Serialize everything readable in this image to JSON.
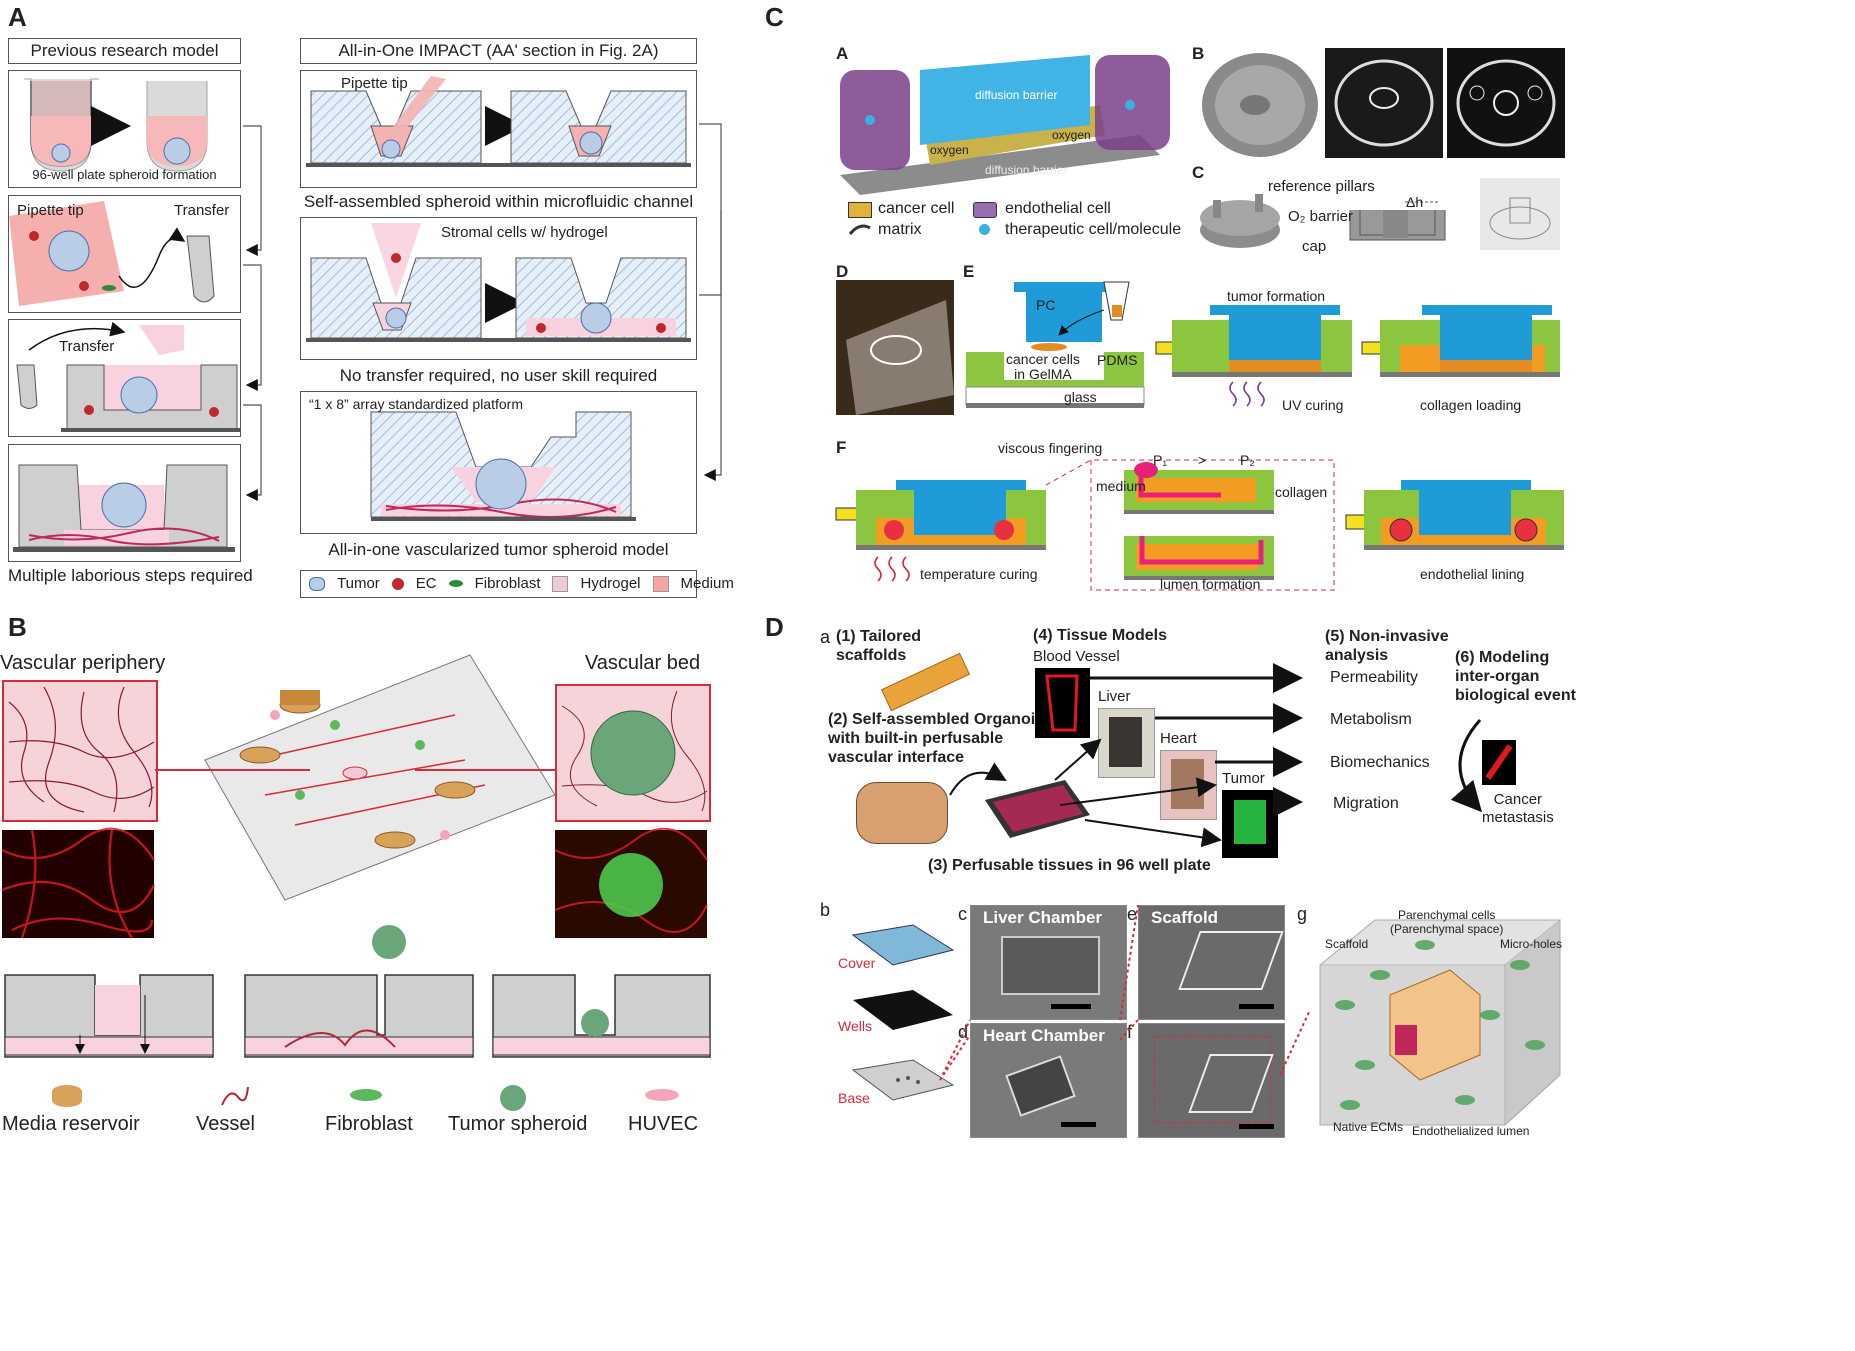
{
  "panels": {
    "A": "A",
    "B": "B",
    "C": "C",
    "D": "D"
  },
  "panelA": {
    "prev_title": "Previous research model",
    "aio_title": "All-in-One IMPACT (AA' section in Fig. 2A)",
    "cap_96well": "96-well plate spheroid formation",
    "pipette_tip_1": "Pipette tip",
    "transfer_1": "Transfer",
    "transfer_2": "Transfer",
    "multiple_steps": "Multiple laborious steps required",
    "pipette_tip_2": "Pipette tip",
    "self_assembled": "Self-assembled spheroid within microfluidic channel",
    "stromal": "Stromal cells w/ hydrogel",
    "no_transfer": "No transfer required, no user skill required",
    "array": "“1 x 8” array standardized platform",
    "all_in_one": "All-in-one vascularized tumor spheroid model",
    "legend": [
      {
        "label": "Tumor",
        "color": "#b9cde6"
      },
      {
        "label": "EC",
        "color": "#c0282e"
      },
      {
        "label": "Fibroblast",
        "color": "#2e8b3a"
      },
      {
        "label": "Hydrogel",
        "color": "#f2c9d8"
      },
      {
        "label": "Medium",
        "color": "#f4a6a6"
      }
    ]
  },
  "panelB": {
    "vascular_periphery": "Vascular periphery",
    "vascular_bed": "Vascular bed",
    "legend": [
      {
        "label": "Media reservoir"
      },
      {
        "label": "Vessel"
      },
      {
        "label": "Fibroblast"
      },
      {
        "label": "Tumor spheroid"
      },
      {
        "label": "HUVEC"
      }
    ]
  },
  "panelC": {
    "sub_A": "A",
    "sub_B": "B",
    "sub_C": "C",
    "sub_D": "D",
    "sub_E": "E",
    "sub_F": "F",
    "diffusion_barrier_top": "diffusion barrier",
    "diffusion_barrier_bottom": "diffusion barrier",
    "oxygen_1": "oxygen",
    "oxygen_2": "oxygen",
    "cancer_cell": "cancer cell",
    "matrix": "matrix",
    "endothelial_cell": "endothelial cell",
    "therapeutic": "therapeutic cell/molecule",
    "reference_pillars": "reference pillars",
    "o2_barrier": "O₂ barrier",
    "cap": "cap",
    "delta_h": "Δh",
    "pc": "PC",
    "pdms": "PDMS",
    "cancer_cells_gelma": "cancer cells\nin GelMA",
    "glass": "glass",
    "tumor_formation": "tumor formation",
    "uv_curing": "UV curing",
    "collagen_loading": "collagen loading",
    "viscous_fingering": "viscous fingering",
    "medium": "medium",
    "p1": "P₁",
    "gt": ">",
    "p2": "P₂",
    "collagen": "collagen",
    "temperature_curing": "temperature curing",
    "lumen_formation": "lumen formation",
    "endothelial_lining": "endothelial lining"
  },
  "panelD": {
    "a": "a",
    "tailored": "(1) Tailored\nscaffolds",
    "self_assembled": "(2) Self-assembled Organoids\nwith built-in perfusable\nvascular interface",
    "perfusable": "(3) Perfusable tissues in 96 well plate",
    "tissue_models": "(4) Tissue Models",
    "blood_vessel": "Blood Vessel",
    "liver": "Liver",
    "heart": "Heart",
    "tumor": "Tumor",
    "non_invasive": "(5) Non-invasive\nanalysis",
    "permeability": "Permeability",
    "metabolism": "Metabolism",
    "biomechanics": "Biomechanics",
    "migration": "Migration",
    "modeling": "(6) Modeling\ninter-organ\nbiological event",
    "cancer_metastasis": "Cancer\nmetastasis",
    "b": "b",
    "c": "c",
    "d": "d",
    "e": "e",
    "f": "f",
    "g": "g",
    "cover": "Cover",
    "wells": "Wells",
    "base": "Base",
    "liver_chamber": "Liver Chamber",
    "heart_chamber": "Heart Chamber",
    "scaffold_sem": "Scaffold",
    "parenchymal": "Parenchymal cells\n(Parenchymal space)",
    "scaffold_g": "Scaffold",
    "micro_holes": "Micro-holes",
    "native_ecms": "Native ECMs",
    "endothelialized": "Endothelialized lumen"
  }
}
